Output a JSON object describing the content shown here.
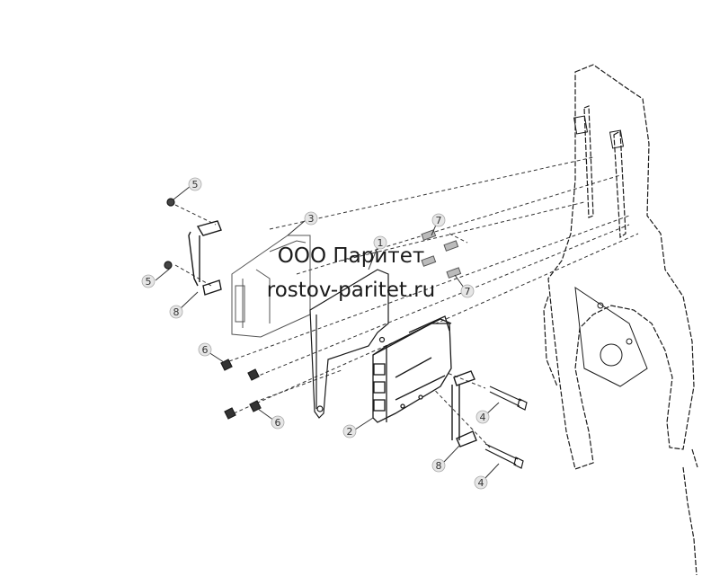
{
  "watermark": {
    "company": "ООО Паритет",
    "website": "rostov-paritet.ru"
  },
  "callouts": [
    {
      "id": "c1",
      "label": "1"
    },
    {
      "id": "c2",
      "label": "2"
    },
    {
      "id": "c3",
      "label": "3"
    },
    {
      "id": "c4a",
      "label": "4"
    },
    {
      "id": "c4b",
      "label": "4"
    },
    {
      "id": "c5a",
      "label": "5"
    },
    {
      "id": "c5b",
      "label": "5"
    },
    {
      "id": "c6a",
      "label": "6"
    },
    {
      "id": "c6b",
      "label": "6"
    },
    {
      "id": "c7a",
      "label": "7"
    },
    {
      "id": "c7b",
      "label": "7"
    },
    {
      "id": "c8a",
      "label": "8"
    },
    {
      "id": "c8b",
      "label": "8"
    }
  ],
  "colors": {
    "line": "#1a1a1a",
    "dashed": "#333333",
    "callout_fill": "#e6e6e6",
    "watermark": "#1a1a1a"
  }
}
